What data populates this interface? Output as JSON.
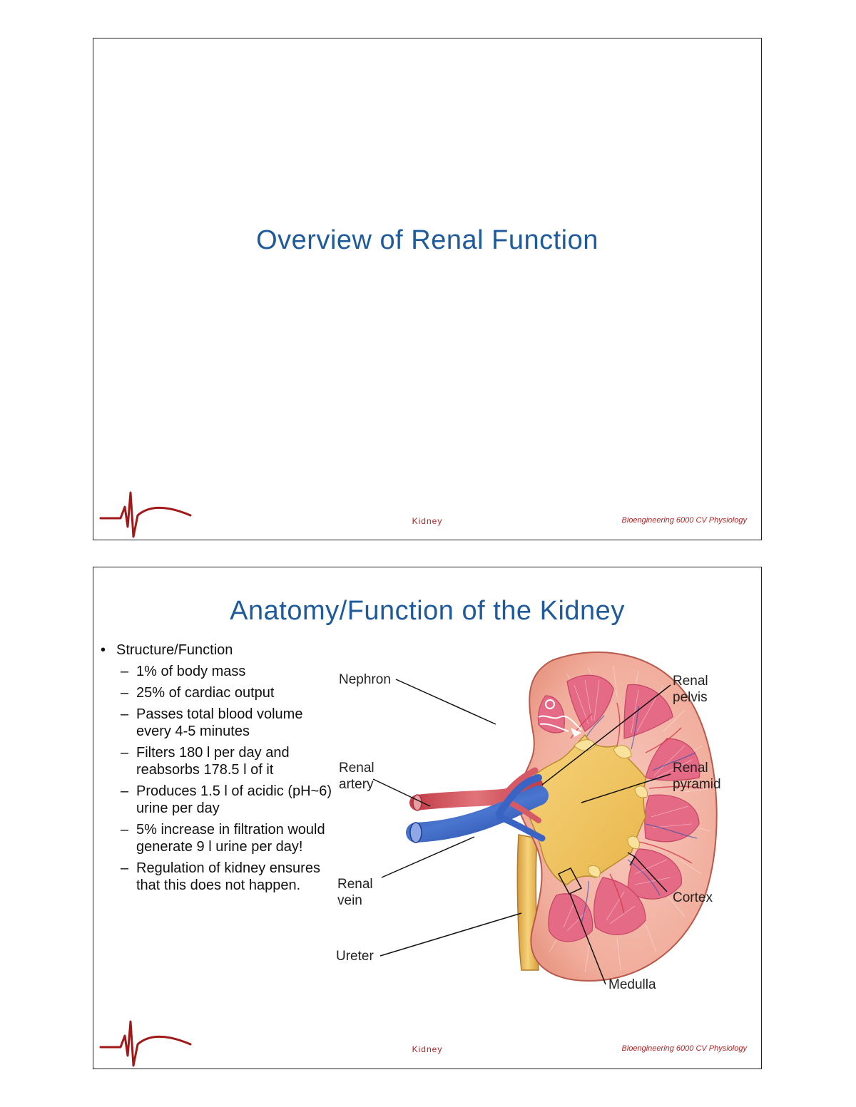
{
  "slide1": {
    "title": "Overview of Renal Function",
    "footer_center": "Kidney",
    "footer_right": "Bioengineering 6000 CV Physiology"
  },
  "slide2": {
    "title": "Anatomy/Function of the Kidney",
    "bullet": "Structure/Function",
    "sub_bullets": [
      "1% of body mass",
      "25% of cardiac output",
      "Passes total blood volume every 4-5 minutes",
      "Filters 180 l per day and reabsorbs 178.5 l of it",
      "Produces 1.5 l of acidic (pH~6) urine per day",
      "5% increase in filtration would generate 9 l urine per day!",
      "Regulation of kidney ensures that this does not happen."
    ],
    "figure_labels": {
      "nephron": "Nephron",
      "renal_artery_1": "Renal",
      "renal_artery_2": "artery",
      "renal_vein_1": "Renal",
      "renal_vein_2": "vein",
      "ureter": "Ureter",
      "renal_pelvis_1": "Renal",
      "renal_pelvis_2": "pelvis",
      "renal_pyramid_1": "Renal",
      "renal_pyramid_2": "pyramid",
      "cortex": "Cortex",
      "medulla": "Medulla"
    },
    "footer_center": "Kidney",
    "footer_right": "Bioengineering 6000 CV Physiology"
  },
  "colors": {
    "title_blue": "#1f5a9a",
    "footer_red": "#b22222",
    "logo_red": "#a01818"
  }
}
